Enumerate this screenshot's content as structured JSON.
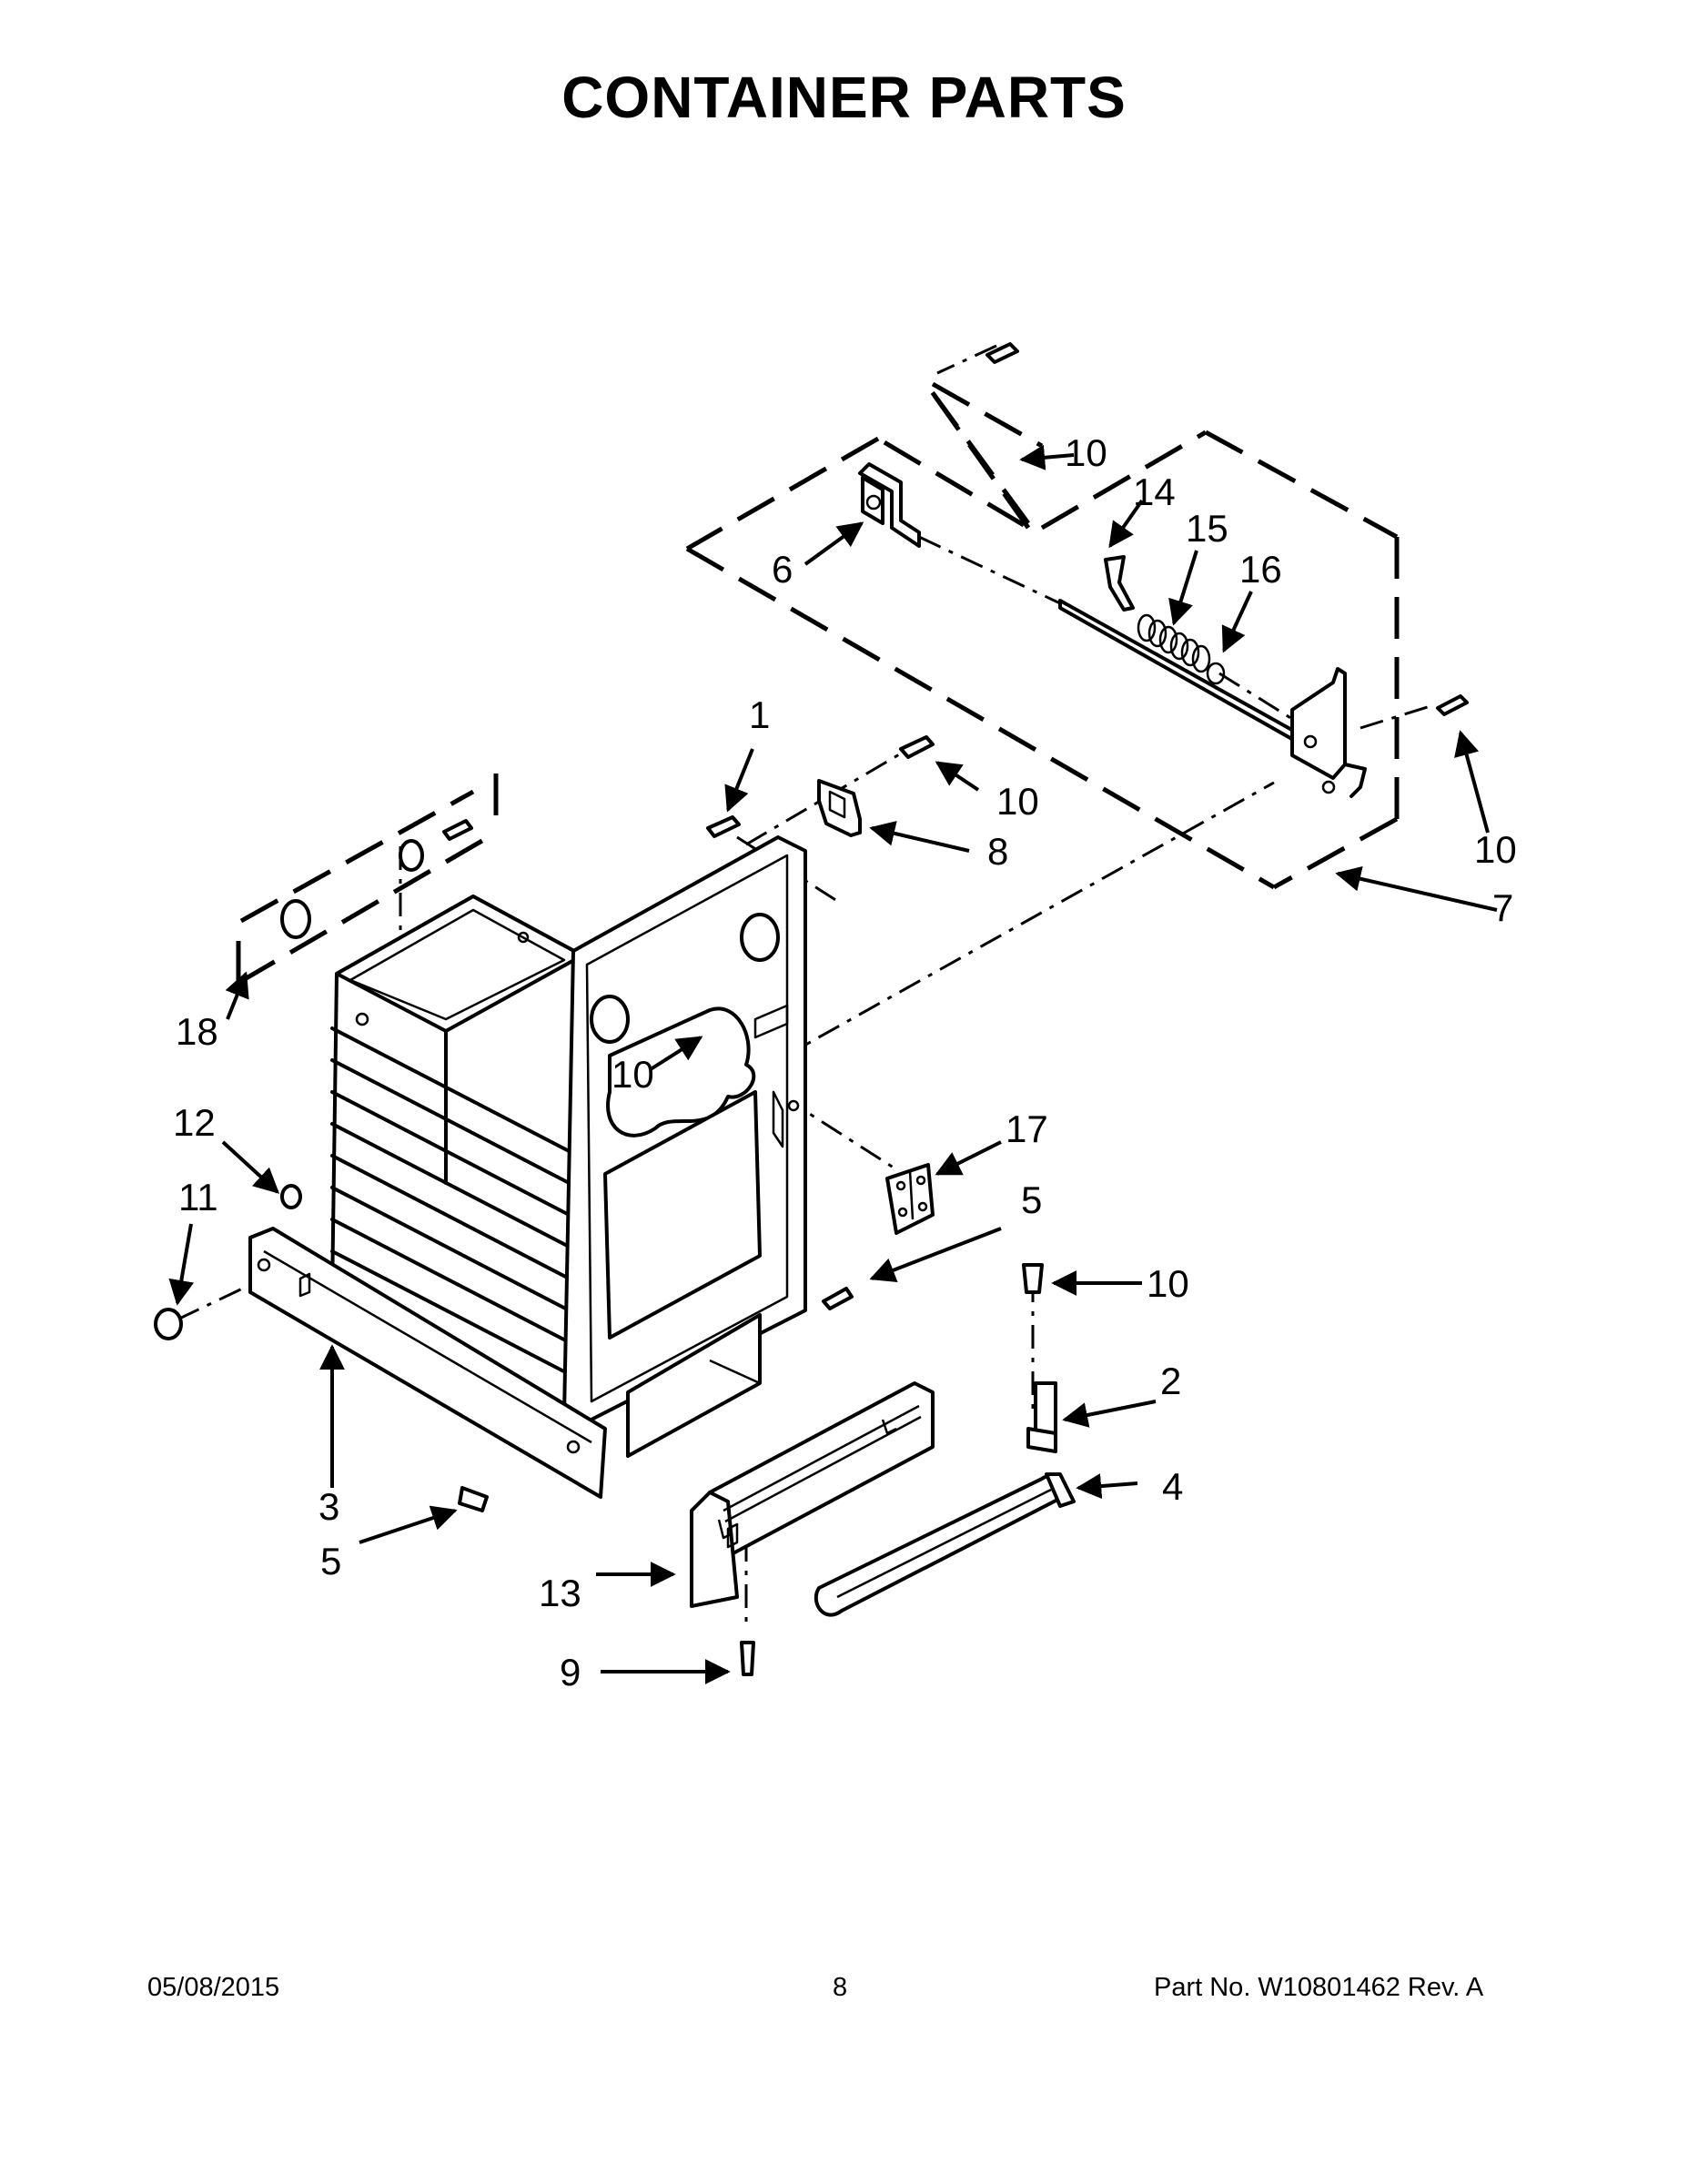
{
  "title": "CONTAINER PARTS",
  "footer": {
    "date": "05/08/2015",
    "page": "8",
    "part_number": "Part No.  W10801462  Rev.  A"
  },
  "callouts": {
    "c1": "1",
    "c2": "2",
    "c3": "3",
    "c4": "4",
    "c5a": "5",
    "c5b": "5",
    "c6": "6",
    "c7": "7",
    "c8": "8",
    "c9": "9",
    "c10a": "10",
    "c10b": "10",
    "c10c": "10",
    "c10d": "10",
    "c10e": "10",
    "c11": "11",
    "c12": "12",
    "c13": "13",
    "c14": "14",
    "c15": "15",
    "c16": "16",
    "c17": "17",
    "c18": "18"
  }
}
